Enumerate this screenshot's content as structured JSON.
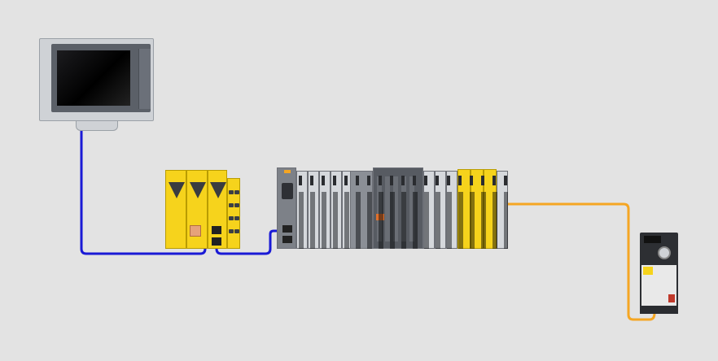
{
  "diagram": {
    "devices": [
      {
        "id": "hmi-panel",
        "kind": "touch panel"
      },
      {
        "id": "safety-controller",
        "kind": "safety controller"
      },
      {
        "id": "io-station",
        "kind": "remote I/O station"
      },
      {
        "id": "drive",
        "kind": "frequency drive"
      }
    ],
    "connections": [
      {
        "from": "hmi-panel",
        "to": "safety-controller",
        "color": "#1a1ad6"
      },
      {
        "from": "safety-controller",
        "to": "io-station",
        "color": "#1a1ad6"
      },
      {
        "from": "io-station",
        "to": "drive",
        "color": "#f5a623"
      }
    ],
    "colors": {
      "background": "#e3e3e3",
      "safety_yellow": "#f6d31c",
      "ethernet_cable": "#1a1ad6",
      "fieldbus_cable": "#f5a623"
    }
  }
}
